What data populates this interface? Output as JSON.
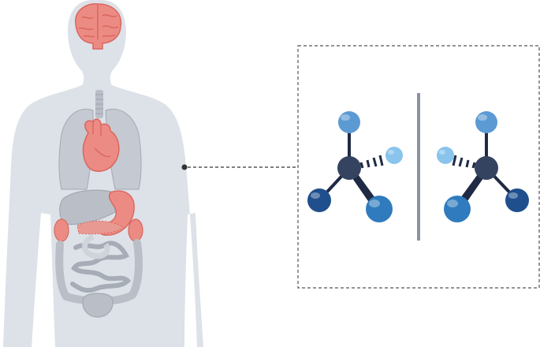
{
  "figure": {
    "subject": "human-body-with-organs",
    "highlighted_organs": [
      "brain",
      "heart",
      "stomach",
      "kidneys"
    ],
    "grey_organs": [
      "trachea",
      "lungs",
      "liver",
      "spleen",
      "intestines",
      "bladder"
    ],
    "inset": "chiral-molecule-mirror-pair",
    "molecule_pair": [
      {
        "name": "left-enantiomer",
        "atoms": [
          "center",
          "top",
          "bottom-left",
          "bottom-right",
          "wedge-right"
        ]
      },
      {
        "name": "right-enantiomer",
        "atoms": [
          "center",
          "top",
          "bottom-left",
          "bottom-right",
          "wedge-left"
        ]
      }
    ]
  },
  "colors": {
    "body": "#dde1e8",
    "body_outline": "#c9ced7",
    "organ_grey": "#b9bec7",
    "organ_grey_dark": "#a3a9b3",
    "organ_red": "#ec8b83",
    "organ_red_dark": "#d9665e",
    "atom_center": "#34435f",
    "atom_light_blue": "#5c9ad3",
    "atom_pale_blue": "#89c4ec",
    "atom_mid_blue": "#2f7bbe",
    "atom_dark_blue": "#1f4f8c",
    "bond": "#1f2a44",
    "mirror_line": "#8a93a3",
    "dashed_border": "#555555",
    "connector": "#333333"
  }
}
